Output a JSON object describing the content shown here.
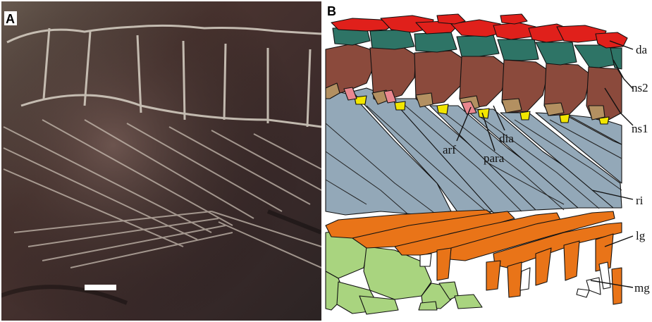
{
  "panels": {
    "photo": {
      "letter": "A",
      "description_free": true
    },
    "schematic": {
      "letter": "B",
      "labels": {
        "da": "da",
        "ns2": "ns2",
        "ns1": "ns1",
        "ri": "ri",
        "lg": "lg",
        "mg": "mg",
        "arf": "arf",
        "para": "para",
        "dia": "dia"
      }
    }
  },
  "colors": {
    "dorsal_arcualia": "#e0201b",
    "neural_spine_2": "#2e7466",
    "neural_spine_1": "#8b4a3c",
    "basal_tan": "#b39061",
    "yellow_facet": "#f2e600",
    "pink_facet": "#e9878f",
    "rib": "#93a8b8",
    "lateral_gastralia": "#e97418",
    "green_plates": "#a9d47f",
    "scale_bar": "#ffffff"
  }
}
